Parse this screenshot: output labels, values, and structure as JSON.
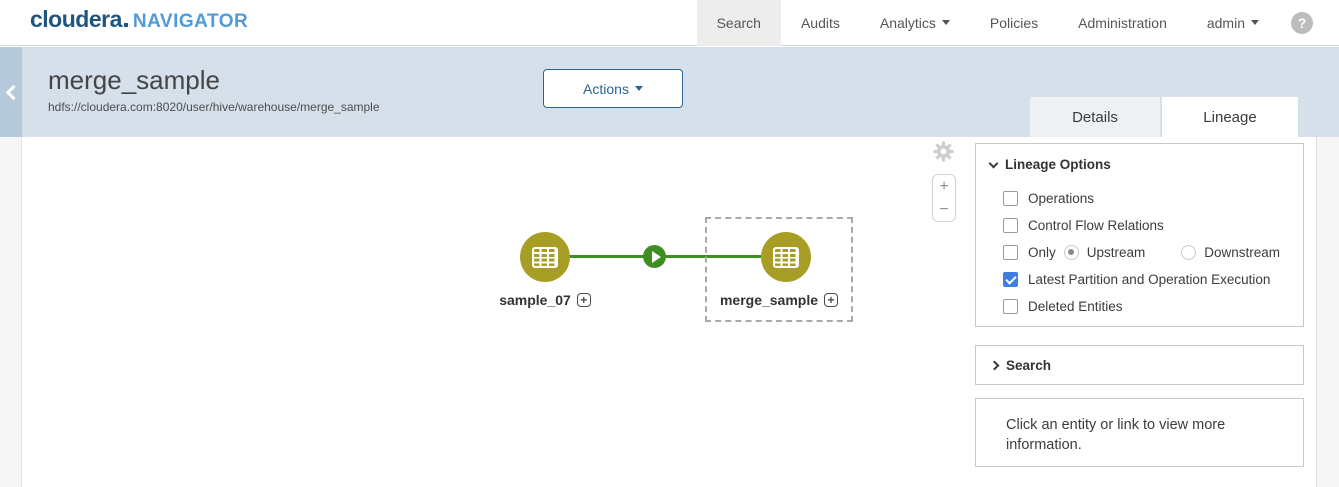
{
  "nav": {
    "logo_primary": "cloudera",
    "logo_secondary": "NAVIGATOR",
    "items": [
      {
        "label": "Search",
        "active": true
      },
      {
        "label": "Audits",
        "active": false
      },
      {
        "label": "Analytics",
        "active": false,
        "has_caret": true
      },
      {
        "label": "Policies",
        "active": false
      },
      {
        "label": "Administration",
        "active": false
      },
      {
        "label": "admin",
        "active": false,
        "has_caret": true
      }
    ],
    "help_glyph": "?"
  },
  "header": {
    "title": "merge_sample",
    "subtitle": "hdfs://cloudera.com:8020/user/hive/warehouse/merge_sample",
    "actions_label": "Actions",
    "tabs": [
      {
        "label": "Details",
        "active": false
      },
      {
        "label": "Lineage",
        "active": true
      }
    ]
  },
  "canvas": {
    "nodes": [
      {
        "label": "sample_07",
        "type": "hive-table",
        "selected": false
      },
      {
        "label": "merge_sample",
        "type": "hive-table",
        "selected": true
      }
    ],
    "edge": {
      "type": "operation-execution",
      "icon": "play-icon"
    },
    "zoom_in_label": "+",
    "zoom_out_label": "−",
    "expand_glyph": "+"
  },
  "lineage_options": {
    "title": "Lineage Options",
    "options": [
      {
        "label": "Operations",
        "checked": false
      },
      {
        "label": "Control Flow Relations",
        "checked": false
      },
      {
        "label": "Only",
        "checked": false
      },
      {
        "label": "Latest Partition and Operation Execution",
        "checked": true
      },
      {
        "label": "Deleted Entities",
        "checked": false
      }
    ],
    "direction_radios": [
      {
        "label": "Upstream",
        "selected": true
      },
      {
        "label": "Downstream",
        "selected": false
      }
    ]
  },
  "search_panel": {
    "title": "Search"
  },
  "info_panel": {
    "message": "Click an entity or link to view more information."
  },
  "colors": {
    "accent_blue": "#2a6496",
    "node_olive": "#a89e25",
    "edge_green": "#3e8e21",
    "checkbox_blue": "#3e7ee2",
    "header_bg": "#d5e0eb",
    "logo_dark": "#1f567f",
    "logo_light": "#529bd8"
  }
}
